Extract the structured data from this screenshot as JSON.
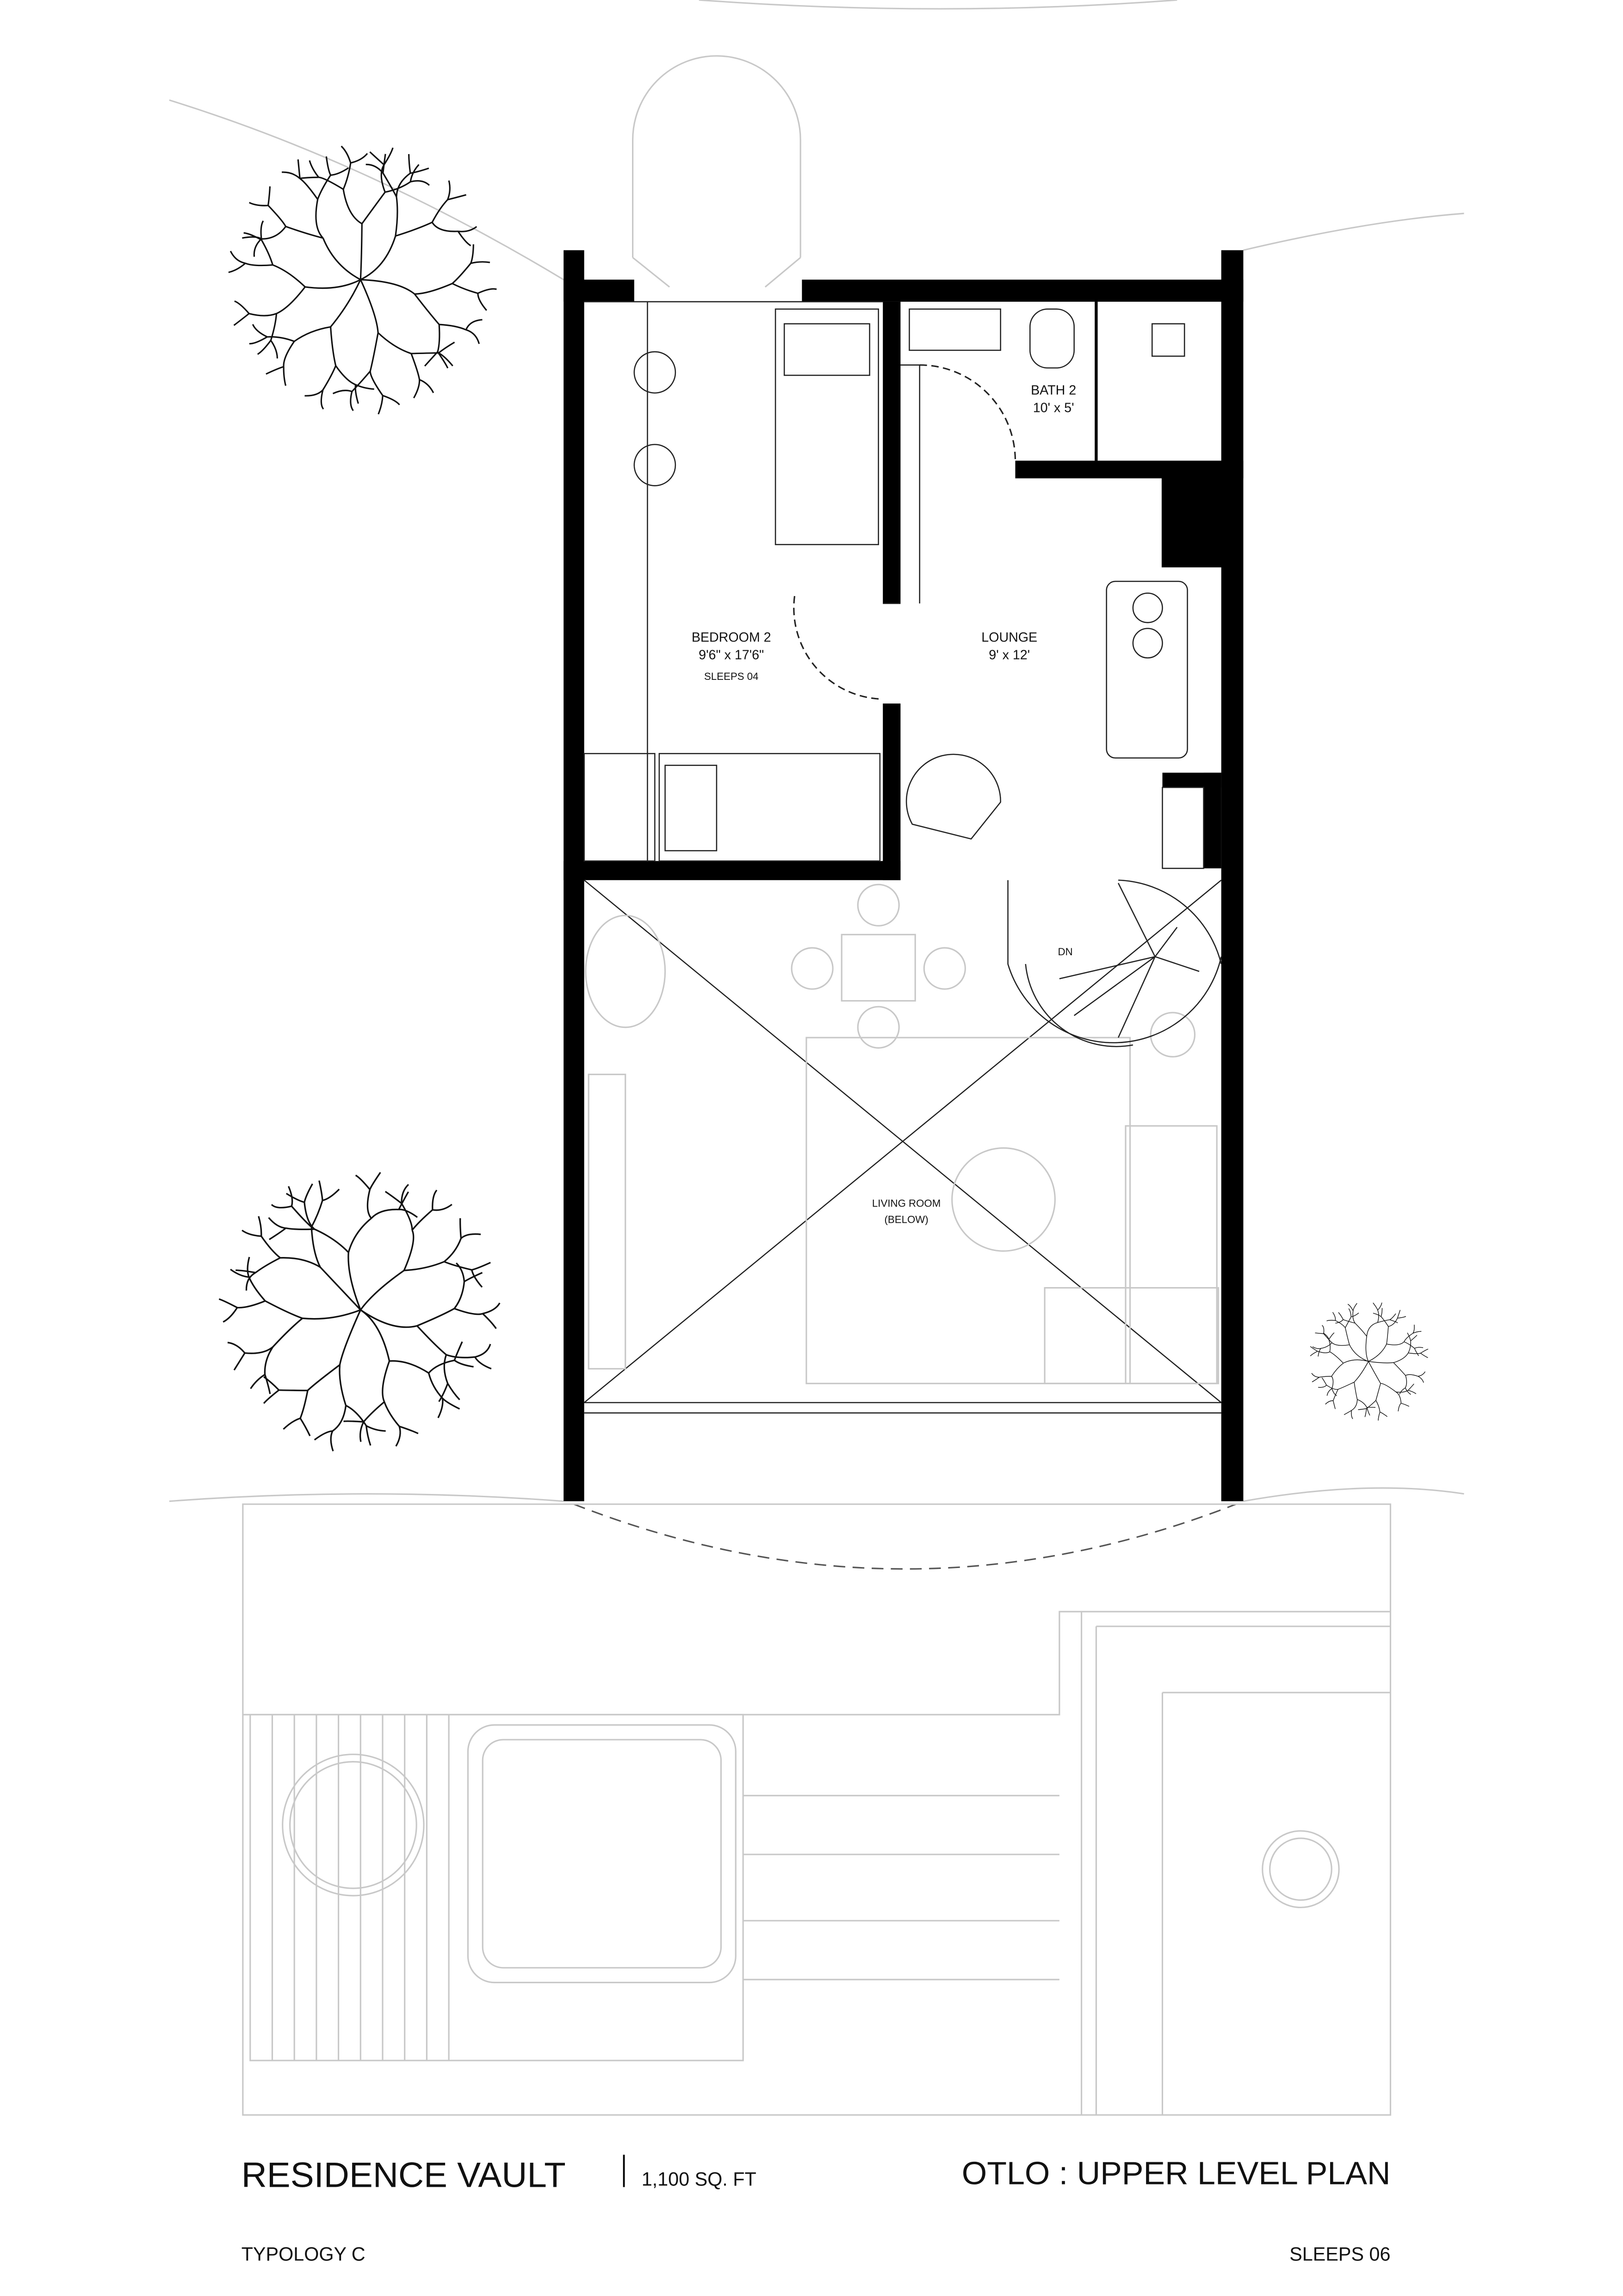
{
  "rooms": {
    "bedroom": {
      "name": "BEDROOM 2",
      "size": "9'6\" x 17'6\"",
      "sleeps": "SLEEPS 04"
    },
    "lounge": {
      "name": "LOUNGE",
      "size": "9' x 12'"
    },
    "bath": {
      "name": "BATH 2",
      "size": "10' x 5'"
    },
    "living": {
      "name": "LIVING ROOM",
      "note": "(BELOW)"
    },
    "stair_label": "DN"
  },
  "title_block": {
    "project": "RESIDENCE VAULT",
    "area": "1,100 SQ. FT",
    "plan_title": "OTLO : UPPER LEVEL PLAN",
    "typology": "TYPOLOGY C",
    "sleeps": "SLEEPS 06"
  },
  "colors": {
    "wall": "#000000",
    "context_lines": "#c8c8c8"
  }
}
